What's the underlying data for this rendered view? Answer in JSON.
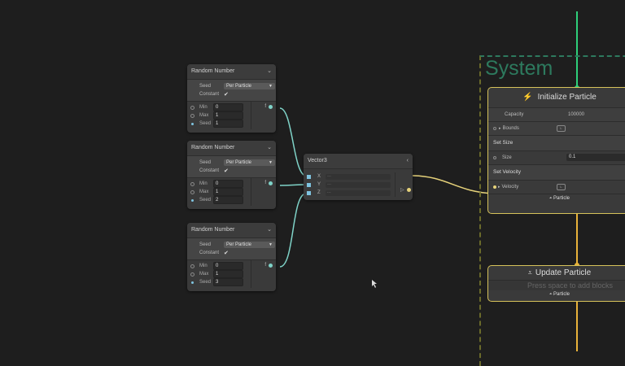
{
  "random_nodes": [
    {
      "title": "Random Number",
      "seed_label": "Seed",
      "seed_value": "Per Particle",
      "constant_label": "Constant",
      "constant_checked": "✔",
      "min_label": "Min",
      "min": "0",
      "max_label": "Max",
      "max": "1",
      "seed_field_label": "Seed",
      "seed": "1",
      "out_label": "f"
    },
    {
      "title": "Random Number",
      "seed_label": "Seed",
      "seed_value": "Per Particle",
      "constant_label": "Constant",
      "constant_checked": "✔",
      "min_label": "Min",
      "min": "0",
      "max_label": "Max",
      "max": "1",
      "seed_field_label": "Seed",
      "seed": "2",
      "out_label": "f"
    },
    {
      "title": "Random Number",
      "seed_label": "Seed",
      "seed_value": "Per Particle",
      "constant_label": "Constant",
      "constant_checked": "✔",
      "min_label": "Min",
      "min": "0",
      "max_label": "Max",
      "max": "1",
      "seed_field_label": "Seed",
      "seed": "3",
      "out_label": "f"
    }
  ],
  "vector3": {
    "title": "Vector3",
    "x": "X",
    "y": "Y",
    "z": "Z",
    "placeholder": "---"
  },
  "system": {
    "title": "System"
  },
  "initialize": {
    "title": "Initialize Particle",
    "capacity_label": "Capacity",
    "capacity": "100000",
    "bounds_label": "Bounds",
    "bounds_tag": "L",
    "set_size": "Set Size",
    "size_label": "Size",
    "size": "0.1",
    "set_velocity": "Set Velocity",
    "velocity_label": "Velocity",
    "velocity_tag": "L",
    "flow_out": "Particle"
  },
  "update": {
    "title": "Update Particle",
    "hint": "Press space to add blocks",
    "flow_out": "Particle"
  },
  "colors": {
    "wire_float": "#7fd3c8",
    "wire_vec": "#e6d27a",
    "flow": "#e8b23a",
    "spawn_flow": "#2ecf7a"
  }
}
